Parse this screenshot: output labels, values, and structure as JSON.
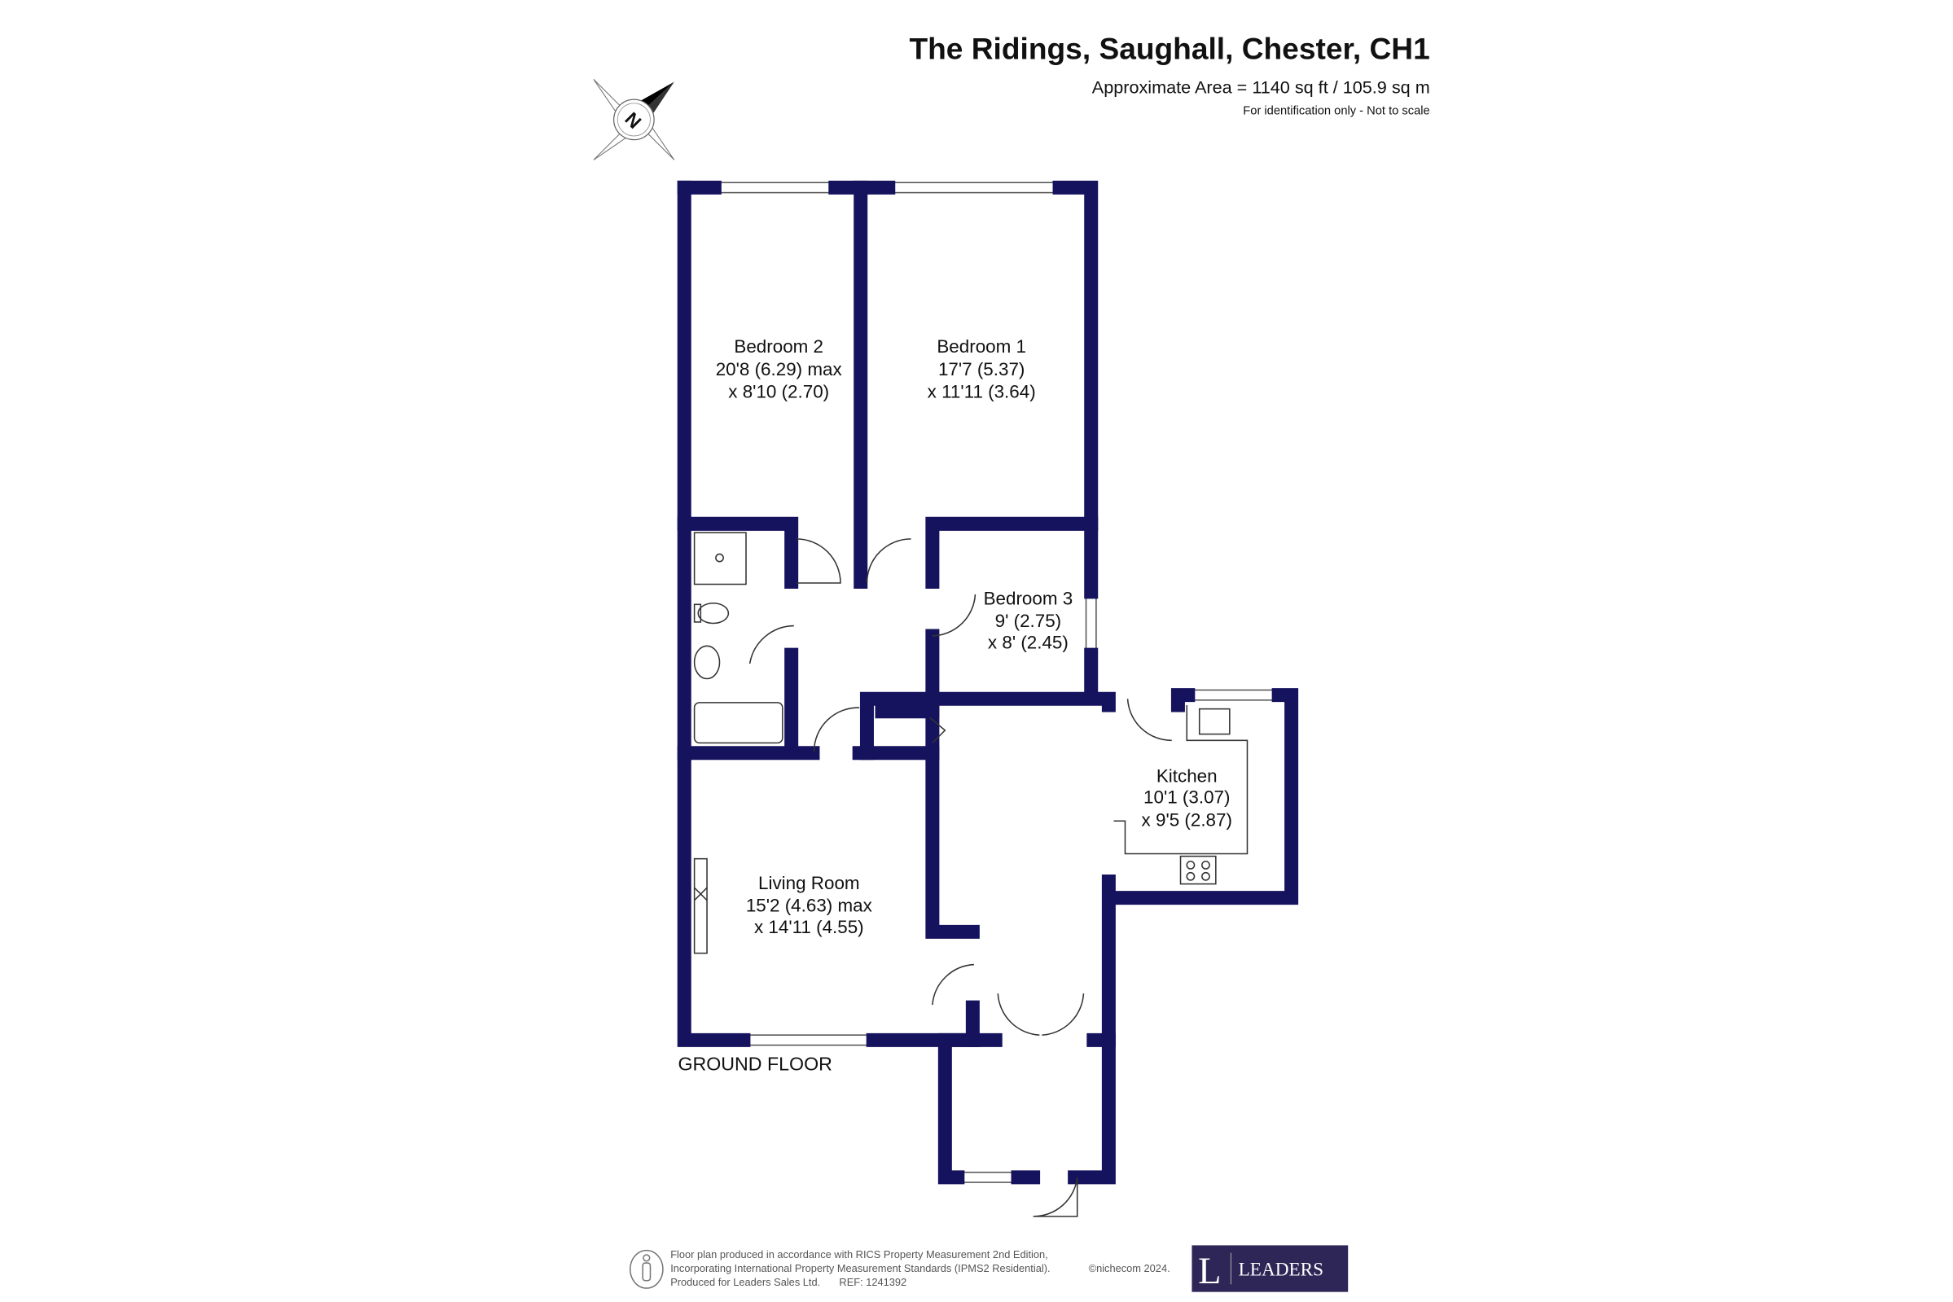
{
  "header": {
    "title": "The Ridings, Saughall, Chester, CH1",
    "area": "Approximate Area = 1140 sq ft / 105.9 sq m",
    "disclaimer": "For identification only - Not to scale"
  },
  "compass": {
    "label": "N",
    "icon": "north-compass-icon"
  },
  "rooms": [
    {
      "name": "Bedroom 2",
      "dim1": "20'8 (6.29) max",
      "dim2": "x 8'10 (2.70)"
    },
    {
      "name": "Bedroom 1",
      "dim1": "17'7 (5.37)",
      "dim2": "x 11'11 (3.64)"
    },
    {
      "name": "Bedroom 3",
      "dim1": "9' (2.75)",
      "dim2": "x 8' (2.45)"
    },
    {
      "name": "Kitchen",
      "dim1": "10'1 (3.07)",
      "dim2": "x 9'5 (2.87)"
    },
    {
      "name": "Living Room",
      "dim1": "15'2 (4.63) max",
      "dim2": "x 14'11 (4.55)"
    }
  ],
  "floor_label": "GROUND FLOOR",
  "footer": {
    "line1": "Floor plan produced in accordance with RICS Property Measurement 2nd Edition,",
    "line2": "Incorporating International Property Measurement Standards (IPMS2 Residential).",
    "copyright": "©nichecom 2024.",
    "line3": "Produced for Leaders Sales Ltd.",
    "ref": "REF: 1241392",
    "logo_letter": "L",
    "logo_text": "LEADERS",
    "logo_color": "#2e2656",
    "wall_color": "#16135e"
  }
}
